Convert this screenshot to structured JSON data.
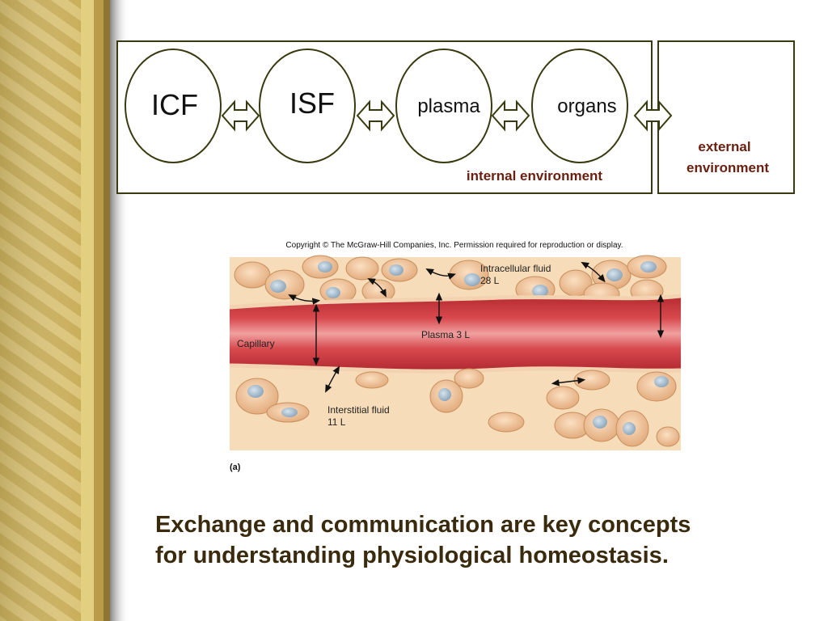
{
  "diagram": {
    "nodes": [
      {
        "id": "icf",
        "label": "ICF"
      },
      {
        "id": "isf",
        "label": "ISF"
      },
      {
        "id": "plasma",
        "label": "plasma"
      },
      {
        "id": "organs",
        "label": "organs"
      }
    ],
    "internal_label": "internal environment",
    "external_label_line1": "external",
    "external_label_line2": "environment"
  },
  "figure": {
    "copyright": "Copyright © The McGraw-Hill Companies, Inc. Permission required for reproduction or display.",
    "intracellular_label": "Intracellular fluid",
    "intracellular_volume": "28 L",
    "plasma_label": "Plasma 3 L",
    "capillary_label": "Capillary",
    "interstitial_label": "Interstitial fluid",
    "interstitial_volume": "11 L",
    "panel_label": "(a)"
  },
  "caption": {
    "line1": "Exchange and communication are key concepts",
    "line2": "for understanding physiological homeostasis."
  },
  "colors": {
    "border": "#3a3a10",
    "caption": "#3a2a0e",
    "sidebar_gold": "#d8c070",
    "blood": "#c8343a"
  }
}
